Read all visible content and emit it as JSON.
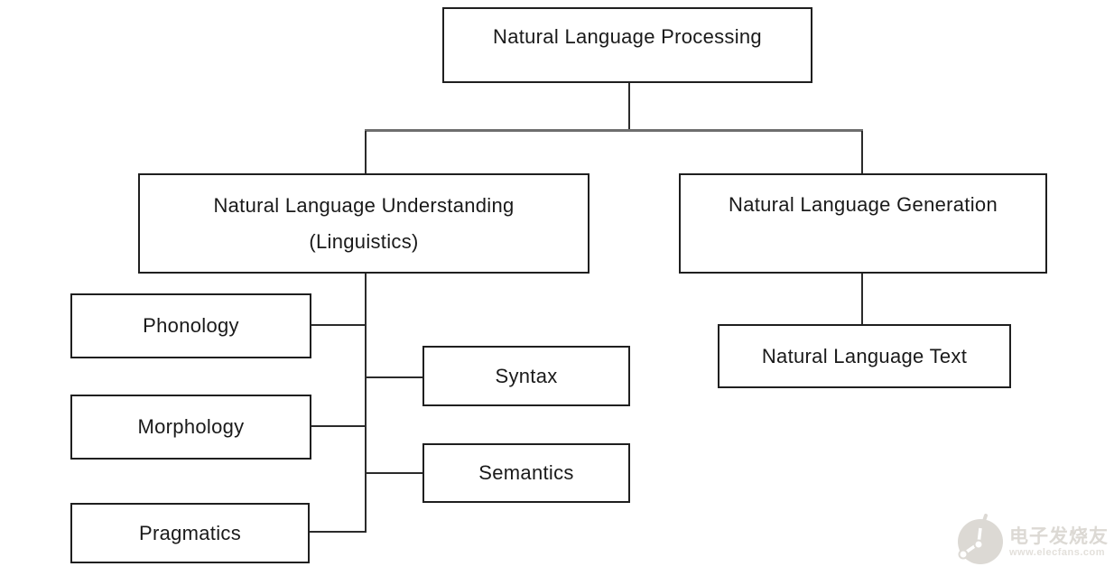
{
  "diagram": {
    "root": {
      "label": "Natural Language Processing"
    },
    "nlu": {
      "label": "Natural Language Understanding",
      "sublabel": "(Linguistics)"
    },
    "nlg": {
      "label": "Natural Language Generation"
    },
    "phonology": {
      "label": "Phonology"
    },
    "morphology": {
      "label": "Morphology"
    },
    "pragmatics": {
      "label": "Pragmatics"
    },
    "syntax": {
      "label": "Syntax"
    },
    "semantics": {
      "label": "Semantics"
    },
    "nl_text": {
      "label": "Natural Language Text"
    }
  },
  "colors": {
    "background": "#ffffff",
    "box_border": "#1f1f1f",
    "connector": "#2b2b2b",
    "top_connector": "#6e6e6e",
    "text": "#1a1a1a",
    "watermark": "#dcd9d4"
  },
  "watermark": {
    "brand": "电子发烧友",
    "url": "www.elecfans.com"
  }
}
